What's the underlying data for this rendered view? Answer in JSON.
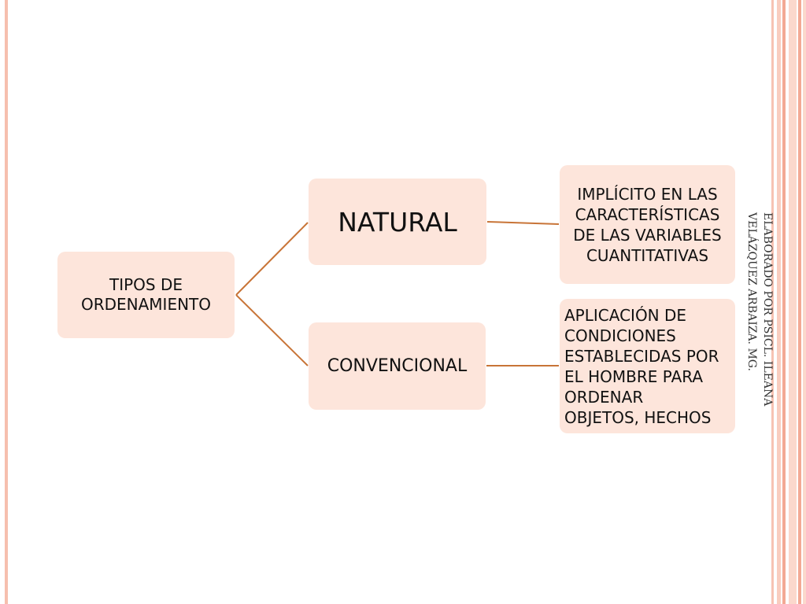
{
  "diagram": {
    "nodes": {
      "root": "TIPOS DE\nORDENAMIENTO",
      "natural": "NATURAL",
      "convencional": "CONVENCIONAL",
      "natural_detail": "IMPLÍCITO EN LAS\nCARACTERÍSTICAS\nDE LAS VARIABLES\nCUANTITATIVAS",
      "convencional_detail": "APLICACIÓN DE\nCONDICIONES\nESTABLECIDAS POR\nEL HOMBRE PARA\nORDENAR\nOBJETOS, HECHOS"
    },
    "edges": [
      {
        "from": "root",
        "to": "natural"
      },
      {
        "from": "root",
        "to": "convencional"
      },
      {
        "from": "natural",
        "to": "natural_detail"
      },
      {
        "from": "convencional",
        "to": "convencional_detail"
      }
    ]
  },
  "credit": {
    "line1": "ELABORADO POR PSICL. ILEANA",
    "line2": "VELÁZQUEZ ARBAIZA. MG."
  },
  "colors": {
    "node_fill": "#fde5db",
    "connector": "#c87437",
    "accent_stripe": "#f3a994"
  }
}
